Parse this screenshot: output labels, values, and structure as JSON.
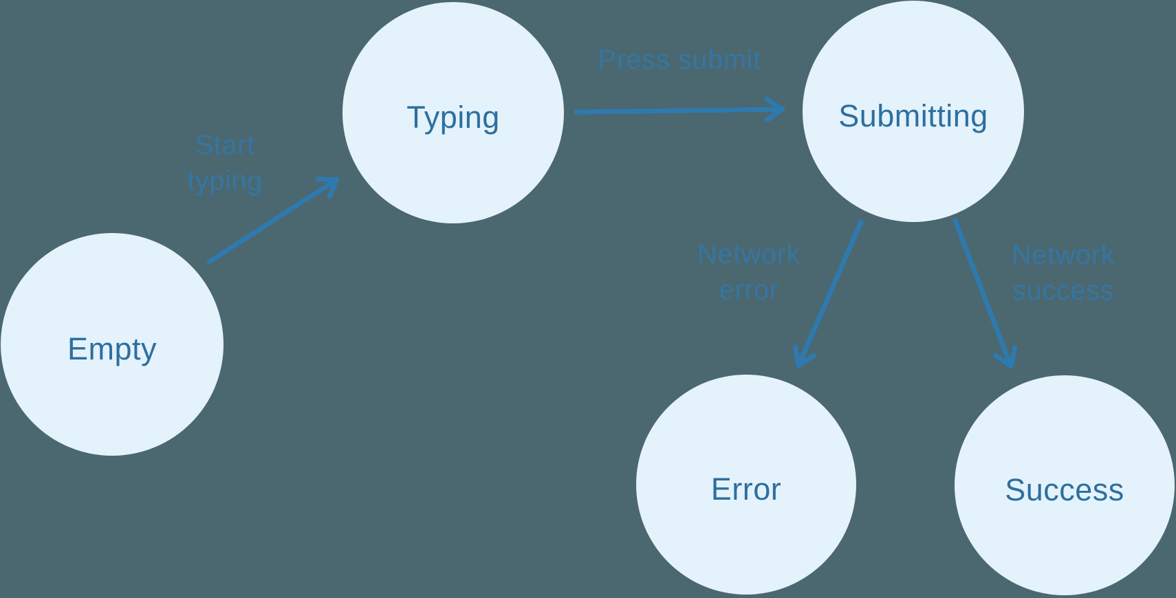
{
  "diagram": {
    "type": "state-machine-flowchart",
    "colors": {
      "background": "#4B6770",
      "node_fill": "#E4F2FC",
      "node_text": "#2D6F9E",
      "arrow": "#2E7AAE",
      "transition_label": "#3676A0"
    },
    "states": [
      {
        "id": "empty",
        "label": "Empty"
      },
      {
        "id": "typing",
        "label": "Typing"
      },
      {
        "id": "submitting",
        "label": "Submitting"
      },
      {
        "id": "error",
        "label": "Error"
      },
      {
        "id": "success",
        "label": "Success"
      }
    ],
    "transitions": [
      {
        "from": "empty",
        "to": "typing",
        "label": "Start typing"
      },
      {
        "from": "typing",
        "to": "submitting",
        "label": "Press submit"
      },
      {
        "from": "submitting",
        "to": "error",
        "label": "Network error"
      },
      {
        "from": "submitting",
        "to": "success",
        "label": "Network success"
      }
    ]
  }
}
